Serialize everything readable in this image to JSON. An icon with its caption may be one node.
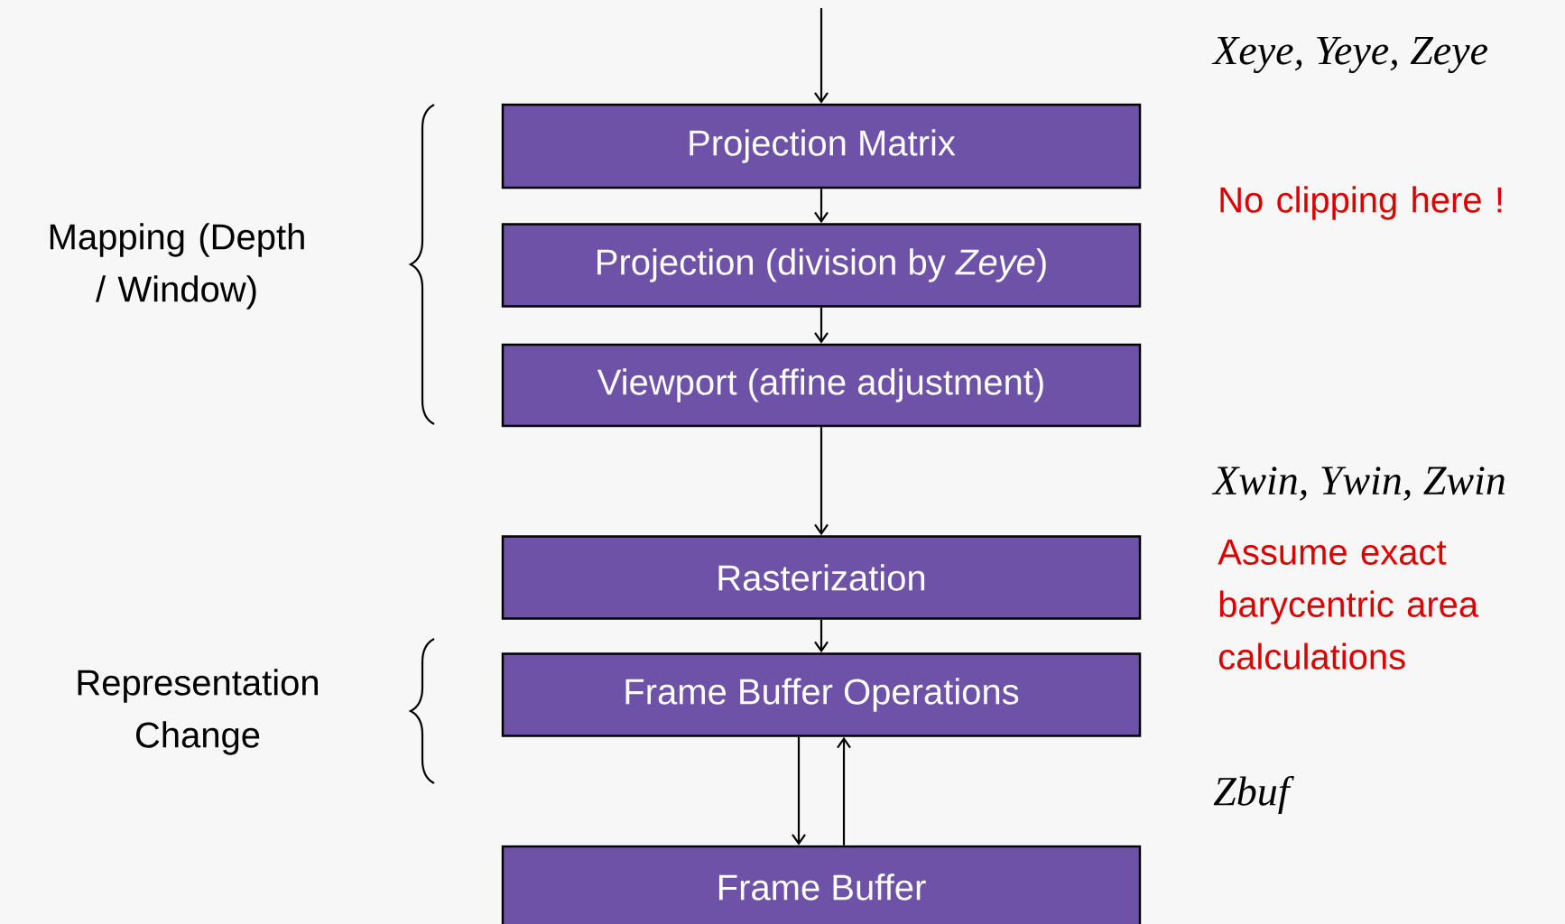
{
  "diagram": {
    "nodes": [
      {
        "text": [
          "Projection Matrix"
        ]
      },
      {
        "text": [
          "Projection (division by *Zeye*)"
        ]
      },
      {
        "text": [
          "Viewport (affine adjustment)"
        ]
      },
      {
        "text": [
          "Rasterization"
        ]
      },
      {
        "text": [
          "Frame Buffer Operations"
        ]
      },
      {
        "text": [
          "Frame Buffer"
        ]
      }
    ],
    "edges": [
      {
        "from": null,
        "to": 0,
        "arrow": "to"
      },
      {
        "from": 0,
        "to": 1,
        "arrow": "to"
      },
      {
        "from": 1,
        "to": 2,
        "arrow": "to"
      },
      {
        "from": 2,
        "to": 3,
        "arrow": "to"
      },
      {
        "from": 3,
        "to": 4,
        "arrow": "to"
      },
      {
        "from": 4,
        "to": 5,
        "arrow": "to"
      },
      {
        "from": 5,
        "to": 4,
        "arrow": "to"
      }
    ],
    "labels": [
      "Xeye, Yeye, Zeye",
      "Mapping (Depth / Window)",
      "No clipping here !",
      "Xwin, Ywin, Zwin",
      "Assume exact barycentric area calculations",
      "Representation Change",
      "Zbuf"
    ]
  }
}
